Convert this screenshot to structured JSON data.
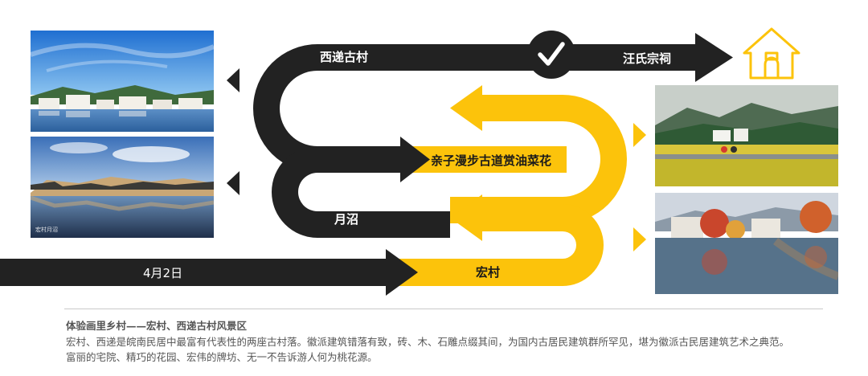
{
  "route": {
    "start_label": "4月2日",
    "hongcun_label": "宏村",
    "yuezhao_label": "月沼",
    "rapeseed_label": "亲子漫步古道赏油菜花",
    "xidi_label": "西递古村",
    "wang_label": "汪氏宗祠"
  },
  "icons": {
    "checkmark": "checkmark-icon",
    "house": "house-icon"
  },
  "photos": {
    "hongcun_watermark": "宏村月沼"
  },
  "caption": {
    "title": "体验画里乡村——宏村、西递古村风景区",
    "line1": "宏村、西递是皖南民居中最富有代表性的两座古村落。徽派建筑错落有致，砖、木、石雕点缀其间，为国内古居民建筑群所罕见，堪为徽派古民居建筑艺术之典范。",
    "line2": "富丽的宅院、精巧的花园、宏伟的牌坊、无一不告诉游人何为桃花源。"
  },
  "colors": {
    "dark": "#222222",
    "yellow": "#FCC30B",
    "white": "#ffffff",
    "caption_text": "#555555"
  }
}
